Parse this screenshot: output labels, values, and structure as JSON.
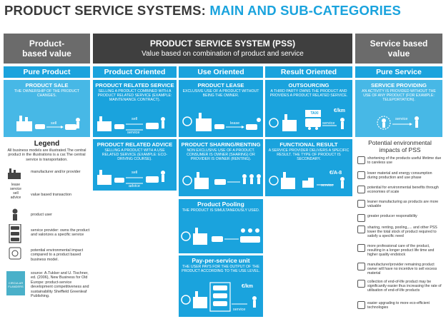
{
  "title": {
    "part1": "PRODUCT SERVICE SYSTEMS:",
    "part2": "MAIN AND SUB-CATEGORIES"
  },
  "left_header": "Product-\nbased value",
  "center_header": {
    "title": "PRODUCT SERVICE SYSTEM (PSS)",
    "subtitle": "Value based on combination of product and service"
  },
  "right_header": "Service based\nvalue",
  "categories": {
    "pure_product": "Pure Product",
    "product_oriented": "Product Oriented",
    "use_oriented": "Use Oriented",
    "result_oriented": "Result Oriented",
    "pure_service": "Pure Service"
  },
  "boxes": {
    "product_sale": {
      "title": "PRODUCT SALE",
      "desc": "THE OWNERSHIP OF THE PRODUCT CHANGES."
    },
    "product_related_service": {
      "title": "PRODUCT RELATED SERVICE",
      "desc": "SELLING A PRODUCT COMBINED WITH A PRODUCT RELATED SERVICE (EXAMPLE: MAINTENANCE CONTRACT)."
    },
    "product_lease": {
      "title": "PRODUCT LEASE",
      "desc": "EXCLUSIVE USE OF A PRODUCT WITHOUT BEING THE OWNER."
    },
    "outsourcing": {
      "title": "OUTSOURCING",
      "desc": "A THIRD PARTY OWNS THE PRODUCT AND PROVIDES A PRODUCT RELATED SERVICE."
    },
    "service_providing": {
      "title": "SERVICE PROVIDING",
      "desc": "AN ACTIVITY IS PROVIDED WITHOUT THE USE OF ANY PRODUCT (FOR EXAMPLE: TELEPORTATION)."
    },
    "product_related_advice": {
      "title": "PRODUCT RELATED ADVICE",
      "desc": "SELLING A PRODUCT WITH A USE RELATED SERVICE (EXAMPLE: ECO-DRIVING COURSE)."
    },
    "product_sharing": {
      "title": "PRODUCT SHARING/RENTING",
      "desc": "NON EXCLUSIVE USE OF A PRODUCT. CONSUMER IS OWNER (SHARING) OR PROVIDER IS OWNER (RENTING)."
    },
    "functional_result": {
      "title": "FUNCTIONAL RESULT",
      "desc": "A SERVICE PROVIDER DELIVERS A SPECIFIC RESULT. THE TYPE OF PRODUCT IS SECONDARY."
    },
    "product_pooling": {
      "title": "Product Pooling",
      "desc": "THE PRODUCT IS SIMULTANEOUSLY USED."
    },
    "pay_per_service": {
      "title": "Pay-per-service unit",
      "desc": "THE USER PAYS FOR THE OUTPUT OF THE PRODUCT ACCORDING TO THE USE LEVEL."
    }
  },
  "pic_labels": {
    "sell": "sell",
    "service": "service",
    "advice": "advice",
    "lease": "lease",
    "eur_km": "€/km",
    "eur_a8": "€/A-8",
    "taxi": "TAXI"
  },
  "legend": {
    "title": "Legend",
    "intro": "All business models are illustrated.The central product in the illustrations is a car.The central service is transportation.",
    "items": [
      "manufacturer and/or provider",
      "value based transaction",
      "product user",
      "service provider: owns the product and valorizes a specific service",
      "potential environmental impact compared to a product based business model."
    ],
    "transaction_labels": [
      "lease",
      "service",
      "sell",
      "advice"
    ],
    "source": "source: A.Tukker and U. Tischner, ed. (2006), New Business for Old Europe: product-service development competitiveness and sustainability Sheffield Greenleaf Publishing.",
    "logo_text": "CIRCULAR\nFLANDERS"
  },
  "impacts": {
    "title": "Potential environmental impacts of PSS",
    "items": [
      "shortening of the products useful lifetime due to careless use",
      "lower material and energy consumption during production and use phase",
      "potential for environmental benefits through economies of scale",
      "leaner manufacturing as products are more valuable",
      "greater producer responsibility",
      "sharing, renting, pooling,.... and other PSS lower the total stock of product required to satisfy a specific need",
      "more professional care of the product, resulting in a longer product life time and higher quality endstock",
      "manufacturer/provider remaining product owner will have no incentive to sell excess material",
      "collection of end-of-life product may be significantly easier thus increasing the rate of utilisation of end-of-life products",
      "easier upgrading to more eco-efficient technologies"
    ]
  },
  "colors": {
    "blue": "#1aa3dd",
    "dark": "#3f3f3f",
    "grey": "#6b6b6b"
  }
}
